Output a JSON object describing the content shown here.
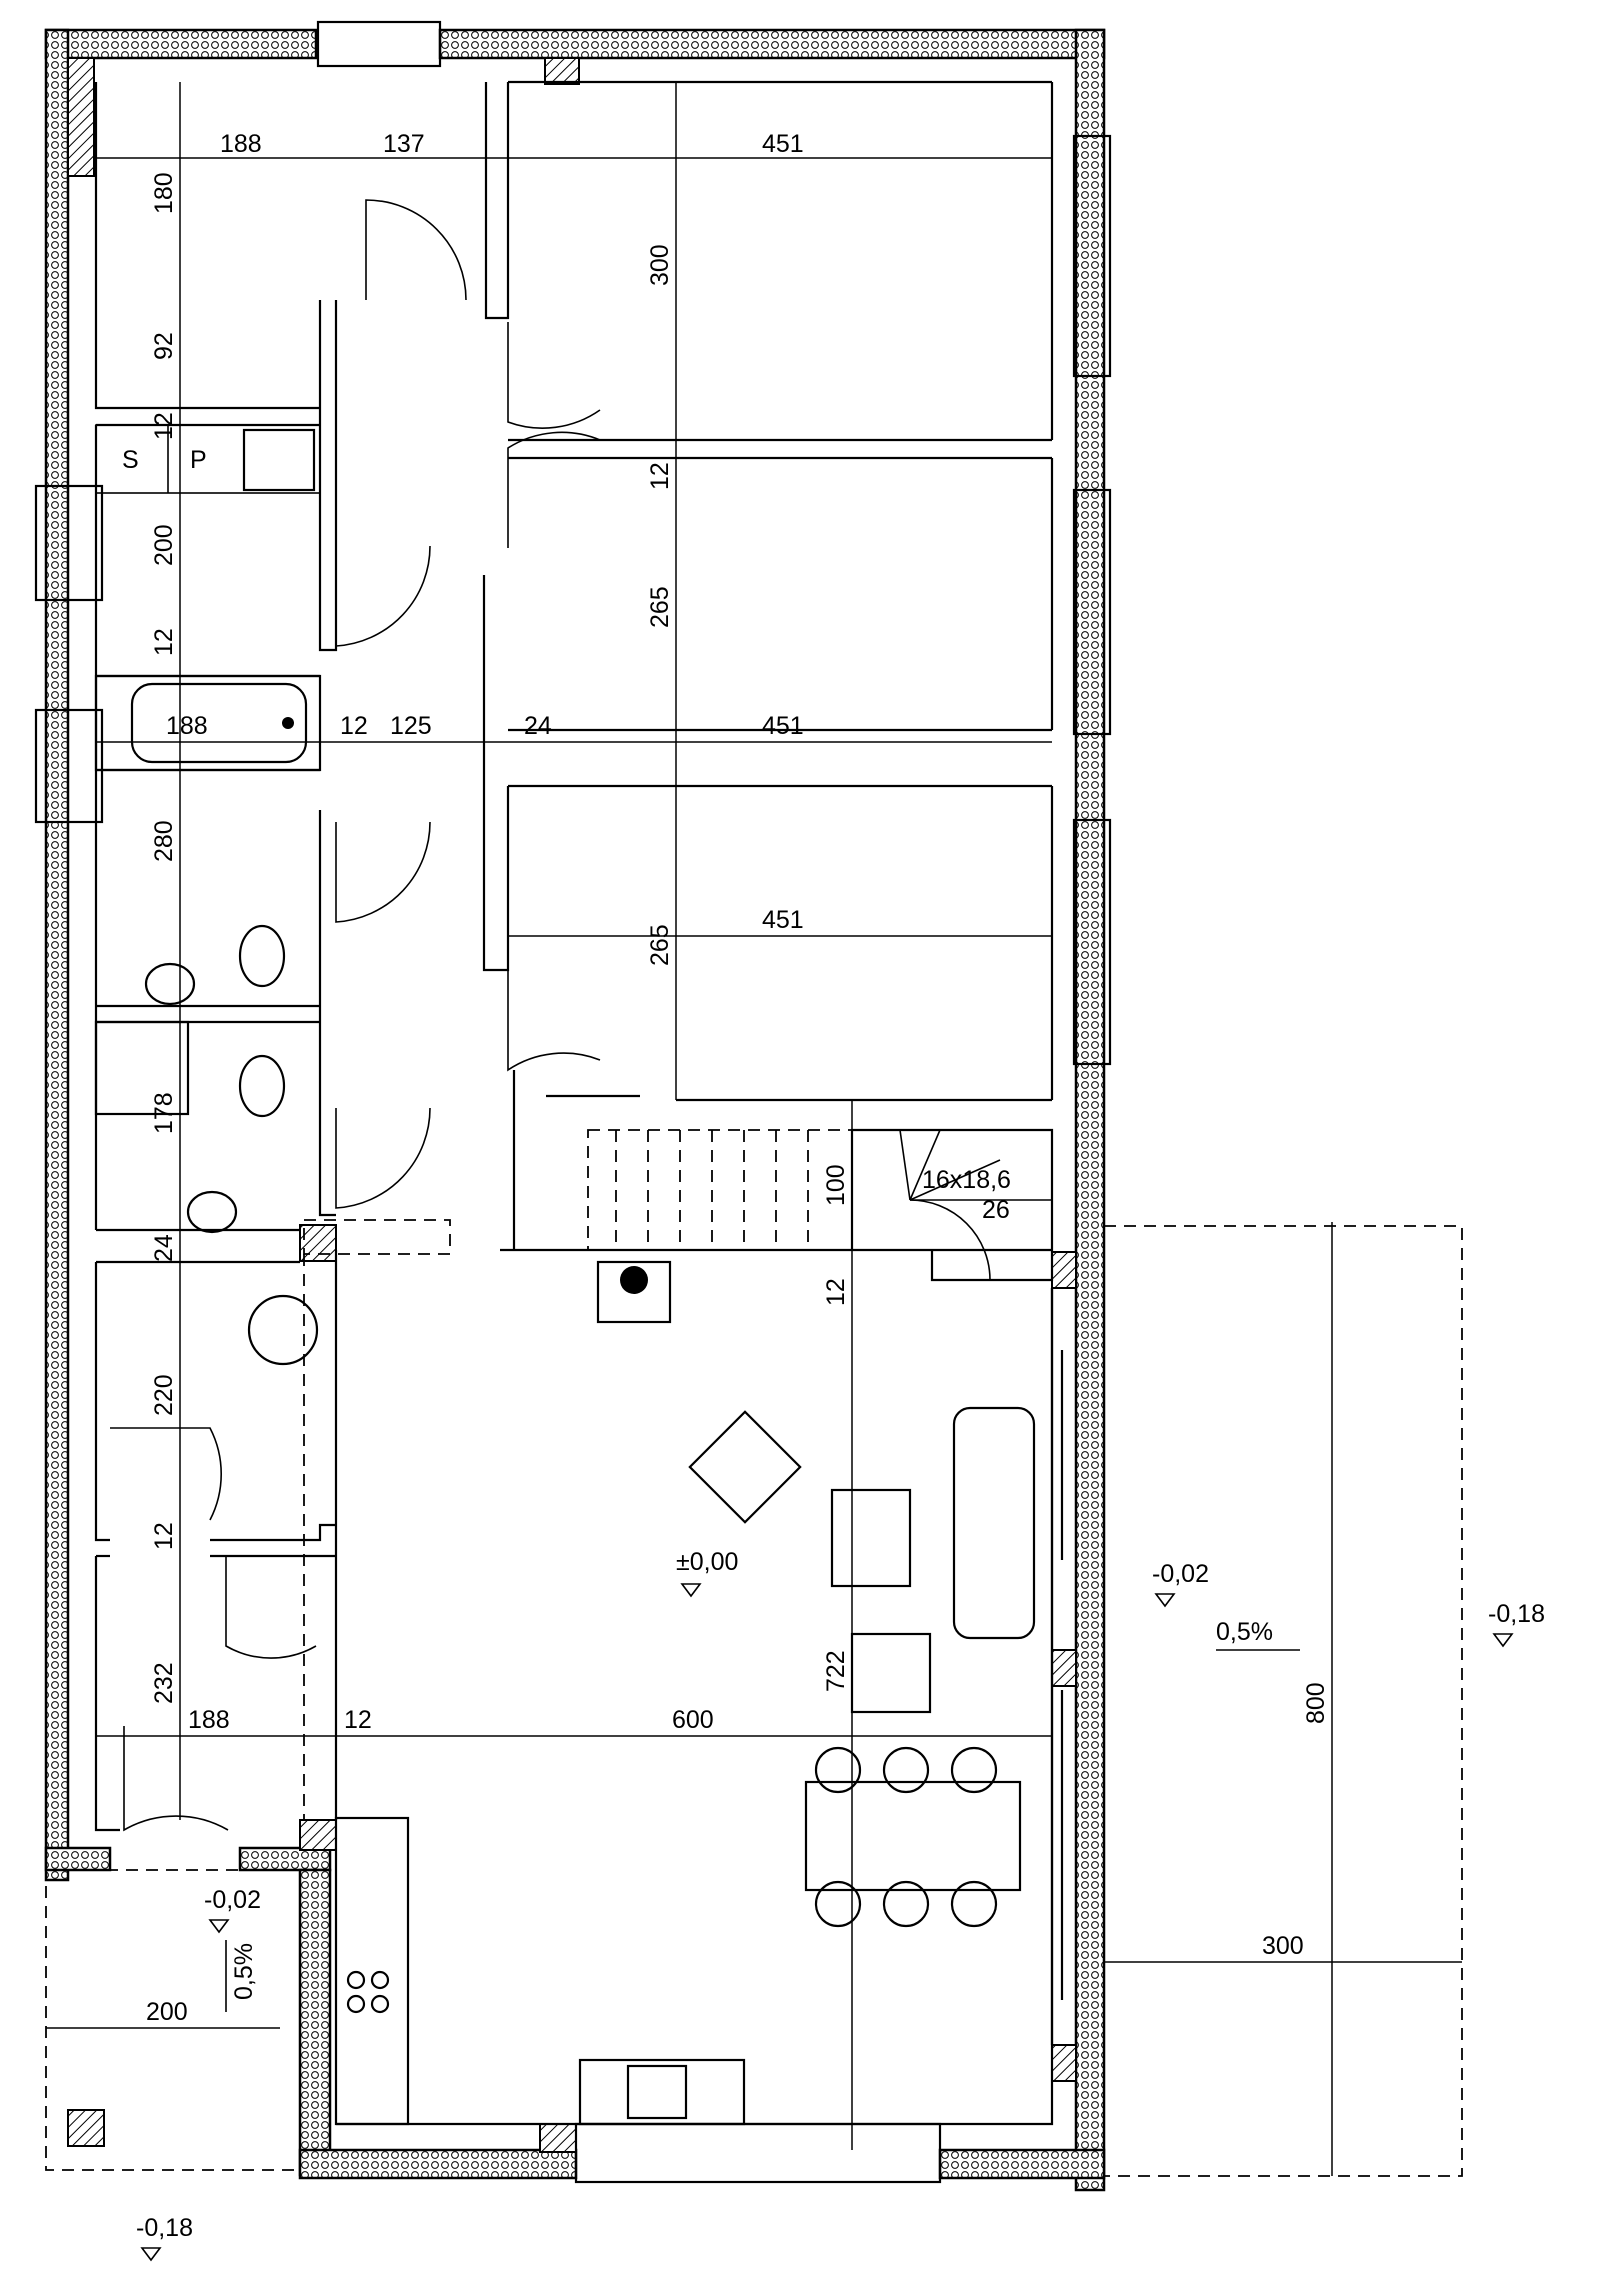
{
  "drawing": {
    "dimensions_horizontal": [
      {
        "id": "d188a",
        "text": "188"
      },
      {
        "id": "d137",
        "text": "137"
      },
      {
        "id": "d451a",
        "text": "451"
      },
      {
        "id": "d188b",
        "text": "188"
      },
      {
        "id": "d12a",
        "text": "12"
      },
      {
        "id": "d125",
        "text": "125"
      },
      {
        "id": "d24a",
        "text": "24"
      },
      {
        "id": "d451b",
        "text": "451"
      },
      {
        "id": "d451c",
        "text": "451"
      },
      {
        "id": "d188c",
        "text": "188"
      },
      {
        "id": "d12b",
        "text": "12"
      },
      {
        "id": "d600",
        "text": "600"
      },
      {
        "id": "d300",
        "text": "300"
      },
      {
        "id": "d200",
        "text": "200"
      }
    ],
    "dimensions_vertical": [
      {
        "id": "v180",
        "text": "180"
      },
      {
        "id": "v92",
        "text": "92"
      },
      {
        "id": "v12a",
        "text": "12"
      },
      {
        "id": "v200",
        "text": "200"
      },
      {
        "id": "v12b",
        "text": "12"
      },
      {
        "id": "v280",
        "text": "280"
      },
      {
        "id": "v178",
        "text": "178"
      },
      {
        "id": "v24",
        "text": "24"
      },
      {
        "id": "v220",
        "text": "220"
      },
      {
        "id": "v12c",
        "text": "12"
      },
      {
        "id": "v232",
        "text": "232"
      },
      {
        "id": "v300",
        "text": "300"
      },
      {
        "id": "v12d",
        "text": "12"
      },
      {
        "id": "v265a",
        "text": "265"
      },
      {
        "id": "v265b",
        "text": "265"
      },
      {
        "id": "v100",
        "text": "100"
      },
      {
        "id": "v12e",
        "text": "12"
      },
      {
        "id": "v722",
        "text": "722"
      },
      {
        "id": "v800",
        "text": "800"
      }
    ],
    "levels": {
      "main_floor": "±0,00",
      "terrace": "-0,02",
      "terrace_slope": "0,5%",
      "outside_right": "-0,18",
      "entry": "-0,02",
      "entry_slope": "0,5%",
      "outside_bottom": "-0,18"
    },
    "labels": {
      "stairs": "16x18,6",
      "stairs_tread": "26",
      "sink_s": "S",
      "sink_p": "P"
    }
  }
}
